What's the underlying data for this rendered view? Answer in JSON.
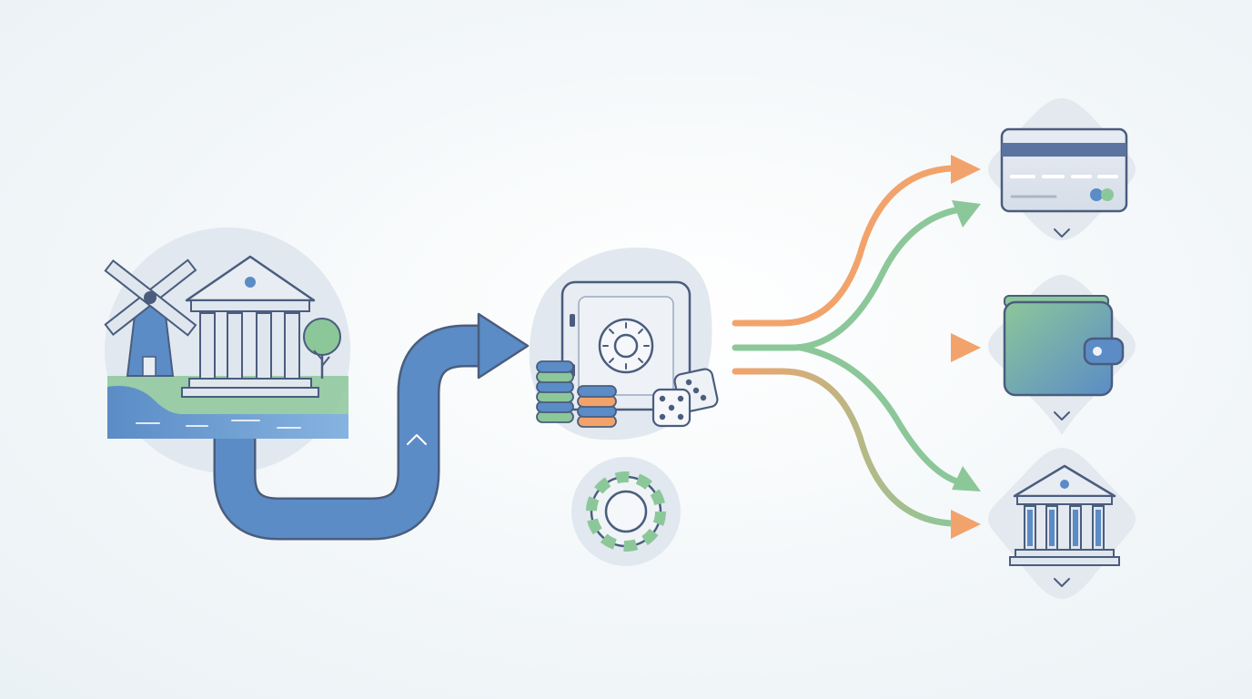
{
  "diagram": {
    "source": {
      "icons": [
        "windmill-icon",
        "bank-building-icon",
        "tree-icon",
        "canal-water-icon"
      ]
    },
    "transfer_arrow": {
      "icon": "chevron-up-icon"
    },
    "hub": {
      "icons": [
        "safe-icon",
        "coin-stack-icon",
        "dice-icon",
        "casino-chip-icon"
      ]
    },
    "destinations": [
      {
        "id": "card",
        "icon": "credit-card-icon",
        "chevron": "chevron-down-icon"
      },
      {
        "id": "wallet",
        "icon": "wallet-icon",
        "chevron": "chevron-down-icon"
      },
      {
        "id": "bank",
        "icon": "bank-icon",
        "chevron": "chevron-down-icon"
      }
    ]
  },
  "colors": {
    "primary_blue": "#5b8cc6",
    "dark_outline": "#4a5d7e",
    "green": "#8cc79a",
    "orange": "#f2a36b",
    "tile": "#e3e9ef"
  }
}
